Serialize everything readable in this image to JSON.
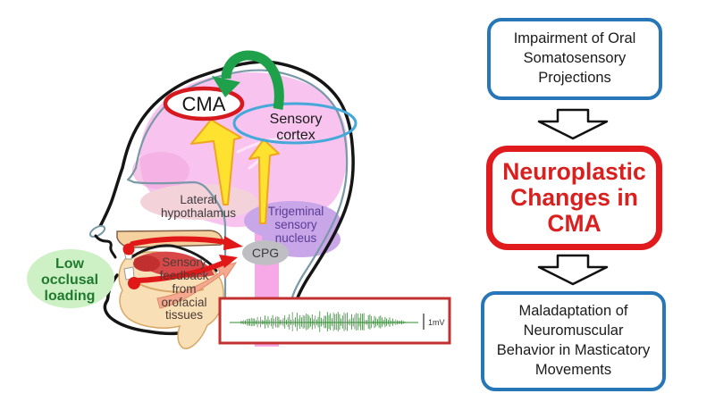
{
  "diagram": {
    "cma_label": "CMA",
    "sensory_cortex": [
      "Sensory",
      "cortex"
    ],
    "lateral_hypothalamus": [
      "Lateral",
      "hypothalamus"
    ],
    "trigeminal_nucleus": [
      "Trigeminal",
      "sensory",
      "nucleus"
    ],
    "cpg_label": "CPG",
    "sensory_feedback": [
      "Sensory",
      "feedback",
      "from",
      "orofacial",
      "tissues"
    ],
    "low_occlusal": [
      "Low",
      "occlusal",
      "loading"
    ],
    "emg_scale_label": "1mV"
  },
  "flowchart": {
    "box1": [
      "Impairment of Oral",
      "Somatosensory",
      "Projections"
    ],
    "box2": [
      "Neuroplastic",
      "Changes in",
      "CMA"
    ],
    "box3": [
      "Maladaptation of",
      "Neuromuscular",
      "Behavior in Masticatory",
      "Movements"
    ]
  },
  "colors": {
    "brain_pink": "#f8c4ef",
    "brainstem_pink": "#f6a9e6",
    "lateral_hypothalamus_fill": "#f4d2da",
    "trigeminal_fill": "#c9a6e8",
    "cpg_fill": "#bfbfc3",
    "low_occlusal_fill": "#cdf0c5",
    "low_occlusal_text": "#1f7a2e",
    "cma_ellipse": "#d6191f",
    "sensory_cortex_ellipse": "#46a8d8",
    "green_arrow": "#1fa14b",
    "yellow_arrow": "#ffe230",
    "red_arrow": "#e01818",
    "emg_trace": "#2c8c2c",
    "emg_box_border": "#c23030",
    "flow_blue": "#2777b8",
    "flow_red": "#e01a1d"
  }
}
